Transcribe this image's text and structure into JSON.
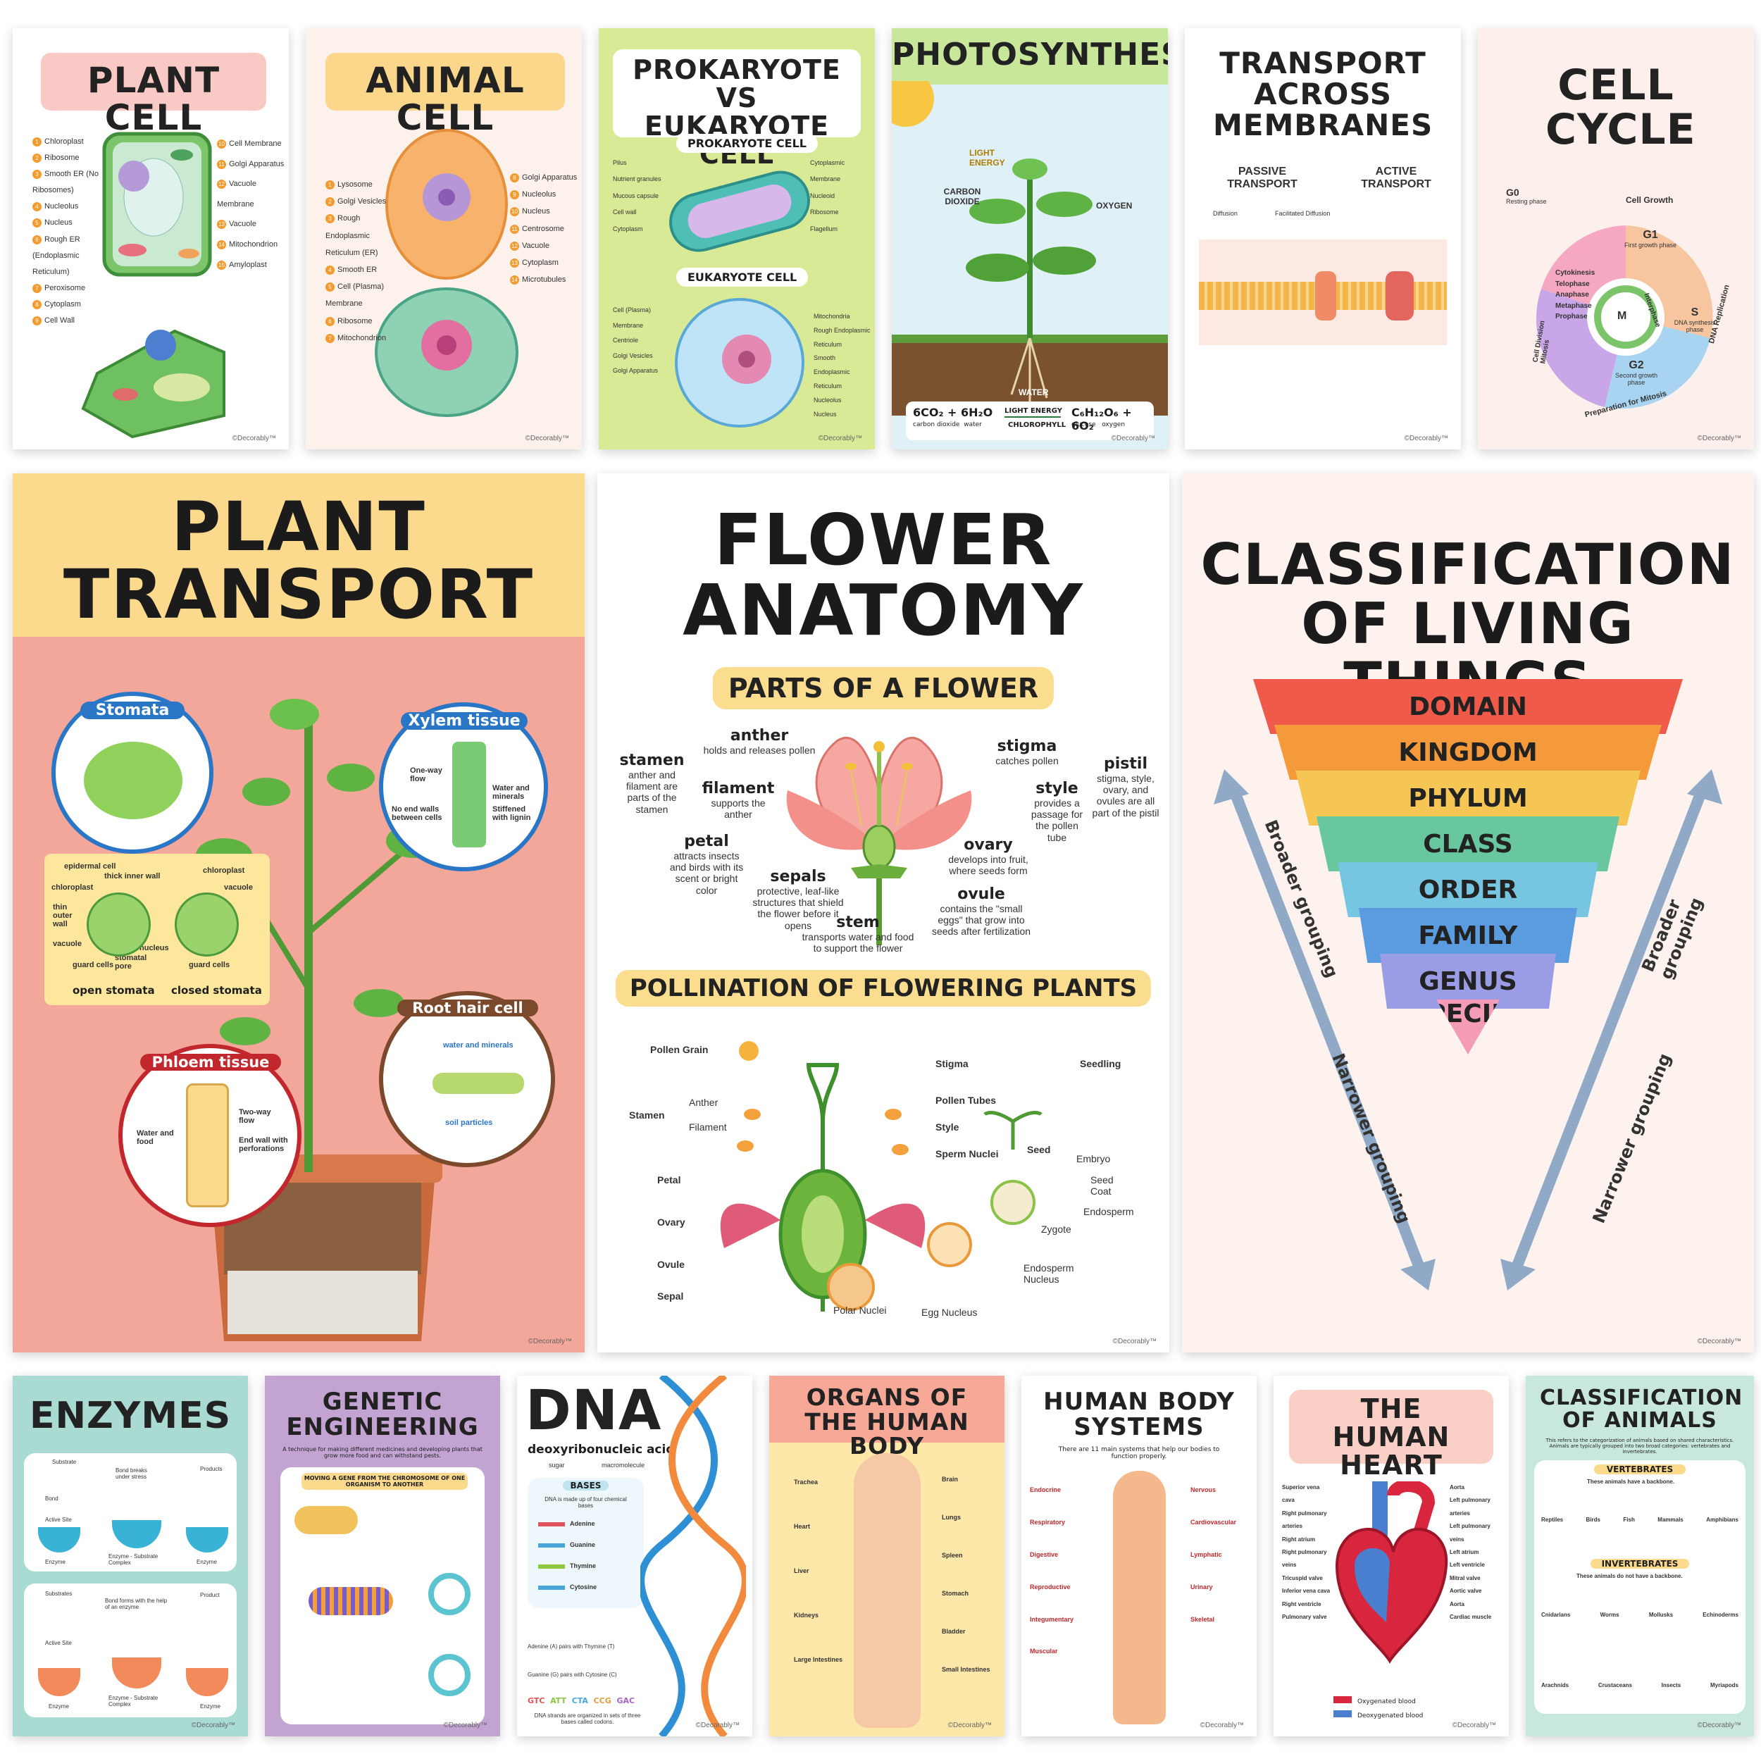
{
  "brand": "©Decorably™",
  "row1": [
    {
      "title": "PLANT CELL",
      "labels_left": [
        "Chloroplast",
        "Ribosome",
        "Smooth ER (No Ribosomes)",
        "Nucleolus",
        "Nucleus",
        "Rough ER (Endoplasmic Reticulum)",
        "Peroxisome",
        "Cytoplasm",
        "Cell Wall"
      ],
      "labels_right": [
        "Cell Membrane",
        "Golgi Apparatus",
        "Vacuole Membrane",
        "Vacuole",
        "Mitochondrion",
        "Amyloplast"
      ]
    },
    {
      "title": "ANIMAL CELL",
      "labels_left": [
        "Lysosome",
        "Golgi Vesicles",
        "Rough Endoplasmic Reticulum (ER)",
        "Smooth ER",
        "Cell (Plasma) Membrane",
        "Ribosome",
        "Mitochondrion"
      ],
      "labels_right": [
        "Golgi Apparatus",
        "Nucleolus",
        "Nucleus",
        "Centrosome",
        "Vacuole",
        "Cytoplasm",
        "Microtubules"
      ]
    },
    {
      "title": "PROKARYOTE VS EUKARYOTE CELL",
      "sub1": "PROKARYOTE CELL",
      "sub2": "EUKARYOTE CELL",
      "labels": [
        "Pilus",
        "Nutrient granules",
        "Mucous capsule",
        "Cell wall",
        "Cytoplasm",
        "Cytoplasmic Membrane",
        "Nucleoid",
        "Ribosome",
        "Flagellum",
        "Cell (Plasma) Membrane",
        "Centriole",
        "Golgi Vesicles",
        "Golgi Apparatus",
        "Mitochondria",
        "Rough Endoplasmic Reticulum",
        "Smooth Endoplasmic Reticulum",
        "Nucleolus",
        "Nucleus"
      ]
    },
    {
      "title": "PHOTOSYNTHESIS",
      "light": "LIGHT ENERGY",
      "co2": "CARBON DIOXIDE",
      "oxygen": "OXYGEN",
      "water": "WATER",
      "equation": {
        "reactants": "6CO₂ + 6H₂O",
        "r1": "carbon dioxide",
        "r2": "water",
        "over": "LIGHT ENERGY",
        "under": "CHLOROPHYLL",
        "products": "C₆H₁₂O₆ + 6O₂",
        "p1": "glucose",
        "p2": "oxygen"
      }
    },
    {
      "title": "TRANSPORT ACROSS MEMBRANES",
      "passive": "PASSIVE TRANSPORT",
      "active": "ACTIVE TRANSPORT",
      "diffusion": "Diffusion",
      "facilitated": "Facilitated Diffusion"
    },
    {
      "title": "CELL CYCLE",
      "g0": "G0",
      "g0_sub": "Resting phase",
      "growth": "Cell Growth",
      "g1": "G1",
      "g1_sub": "First growth phase",
      "s": "S",
      "s_sub": "DNA synthesis phase",
      "g2": "G2",
      "g2_sub": "Second growth phase",
      "m": "M",
      "prep": "Preparation for Mitosis",
      "dna": "DNA Replication",
      "interphase": "Interphase",
      "phases": [
        "Cytokinesis",
        "Telophase",
        "Anaphase",
        "Metaphase",
        "Prophase"
      ],
      "division": "Cell Division Mitosis"
    }
  ],
  "plant_transport": {
    "title_line1": "PLANT",
    "title_line2": "TRANSPORT",
    "stomata": "Stomata",
    "xylem": "Xylem tissue",
    "xylem_notes": [
      "One-way flow",
      "Water and minerals",
      "No end walls between cells",
      "Stiffened with lignin"
    ],
    "stomata_labels": [
      "epidermal cell",
      "thick inner wall",
      "chloroplast",
      "chloroplast",
      "thin outer wall",
      "vacuole",
      "vacuole",
      "nucleus",
      "guard cells",
      "stomatal pore",
      "guard cells"
    ],
    "open": "open stomata",
    "closed": "closed stomata",
    "root": "Root hair cell",
    "root_notes": [
      "water and minerals",
      "soil particles"
    ],
    "phloem": "Phloem tissue",
    "phloem_notes": [
      "Water and food",
      "Two-way flow",
      "End wall with perforations"
    ]
  },
  "flower_anatomy": {
    "title_line1": "FLOWER",
    "title_line2": "ANATOMY",
    "parts_title": "PARTS OF A FLOWER",
    "parts": [
      {
        "name": "anther",
        "desc": "holds and releases pollen"
      },
      {
        "name": "stamen",
        "desc": "anther and filament are parts of the stamen"
      },
      {
        "name": "filament",
        "desc": "supports the anther"
      },
      {
        "name": "petal",
        "desc": "attracts insects and birds with its scent or bright color"
      },
      {
        "name": "sepals",
        "desc": "protective, leaf-like structures that shield the flower before it opens"
      },
      {
        "name": "stem",
        "desc": "transports water and food to support the flower"
      },
      {
        "name": "stigma",
        "desc": "catches pollen"
      },
      {
        "name": "style",
        "desc": "provides a passage for the pollen tube"
      },
      {
        "name": "pistil",
        "desc": "stigma, style, ovary, and ovules are all part of the pistil"
      },
      {
        "name": "ovary",
        "desc": "develops into fruit, where seeds form"
      },
      {
        "name": "ovule",
        "desc": "contains the \"small eggs\" that grow into seeds after fertilization"
      }
    ],
    "pollination_title": "POLLINATION OF FLOWERING PLANTS",
    "pollination_labels": [
      "Pollen Grain",
      "Stigma",
      "Anther",
      "Stamen",
      "Filament",
      "Pollen Tubes",
      "Style",
      "Sperm Nuclei",
      "Petal",
      "Ovary",
      "Ovule",
      "Sepal",
      "Polar Nuclei",
      "Egg Nucleus",
      "Seedling",
      "Seed",
      "Embryo",
      "Seed Coat",
      "Endosperm",
      "Zygote",
      "Endosperm Nucleus"
    ]
  },
  "classification": {
    "title_line1": "CLASSIFICATION",
    "title_line2": "OF LIVING THINGS",
    "levels": [
      "DOMAIN",
      "KINGDOM",
      "PHYLUM",
      "CLASS",
      "ORDER",
      "FAMILY",
      "GENUS",
      "SPECIES"
    ],
    "colors": [
      "#ef5a4a",
      "#f59a3b",
      "#f6c655",
      "#69c79f",
      "#76c6e1",
      "#5b9be0",
      "#9a9ce6",
      "#f49bb6"
    ],
    "left_top": "Broader grouping",
    "left_bottom": "Narrower grouping",
    "right_top": "Broader grouping",
    "right_bottom": "Narrower grouping"
  },
  "row3": [
    {
      "title": "ENZYMES",
      "labels": [
        "Substrate",
        "Bond breaks under stress",
        "Products",
        "Bond",
        "Active Site",
        "Enzyme",
        "Enzyme - Substrate Complex",
        "Enzyme",
        "Substrates",
        "Bond forms with the help of an enzyme",
        "Product",
        "Active Site",
        "Enzyme",
        "Enzyme - Substrate Complex",
        "Enzyme"
      ]
    },
    {
      "title": "GENETIC ENGINEERING",
      "subtitle": "A technique for making different medicines and developing plants that grow more food and can withstand pests.",
      "box": "MOVING A GENE FROM THE CHROMOSOME OF ONE ORGANISM TO ANOTHER"
    },
    {
      "title": "DNA",
      "subtitle": "deoxyribonucleic acid",
      "sugar": "sugar",
      "macro": "macromolecule",
      "bases_title": "BASES",
      "bases_note": "DNA is made up of four chemical bases",
      "bases": [
        "Adenine",
        "Guanine",
        "Thymine",
        "Cytosine"
      ],
      "pairs": [
        "Adenine (A) pairs with Thymine (T)",
        "Guanine (G) pairs with Cytosine (C)"
      ],
      "codons": [
        "GTC",
        "ATT",
        "CTA",
        "CCG",
        "GAC"
      ],
      "codon_note": "DNA strands are organized in sets of three bases called codons."
    },
    {
      "title": "ORGANS OF THE HUMAN BODY",
      "organs": [
        "Trachea",
        "Brain",
        "Heart",
        "Lungs",
        "Liver",
        "Spleen",
        "Kidneys",
        "Stomach",
        "Large Intestines",
        "Bladder",
        "Small Intestines"
      ]
    },
    {
      "title": "HUMAN BODY SYSTEMS",
      "subtitle": "There are 11 main systems that help our bodies to function properly.",
      "systems": [
        "Endocrine",
        "Nervous",
        "Respiratory",
        "Cardiovascular",
        "Digestive",
        "Lymphatic",
        "Reproductive",
        "Urinary",
        "Integumentary",
        "Skeletal",
        "Muscular"
      ]
    },
    {
      "title": "THE HUMAN HEART",
      "labels": [
        "Superior vena cava",
        "Aorta",
        "Left pulmonary arteries",
        "Right pulmonary arteries",
        "Right atrium",
        "Left pulmonary veins",
        "Right pulmonary veins",
        "Left atrium",
        "Left ventricle",
        "Tricuspid valve",
        "Mitral valve",
        "Inferior vena cava",
        "Aortic valve",
        "Right ventricle",
        "Pulmonary valve",
        "Aorta",
        "Cardiac muscle"
      ],
      "legend": [
        "Oxygenated blood",
        "Deoxygenated blood"
      ]
    },
    {
      "title": "CLASSIFICATION OF ANIMALS",
      "subtitle": "This refers to the categorization of animals based on shared characteristics. Animals are typically grouped into two broad categories: vertebrates and invertebrates.",
      "vertebrates": "VERTEBRATES",
      "vert_note": "These animals have a backbone.",
      "vert_list": [
        "Reptiles",
        "Birds",
        "Fish",
        "Mammals",
        "Amphibians"
      ],
      "invertebrates": "INVERTEBRATES",
      "invert_note": "These animals do not have a backbone.",
      "invert_list": [
        "Cnidarians",
        "Worms",
        "Mollusks",
        "Echinoderms",
        "Arachnids",
        "Crustaceans",
        "Insects",
        "Myriapods"
      ]
    }
  ]
}
